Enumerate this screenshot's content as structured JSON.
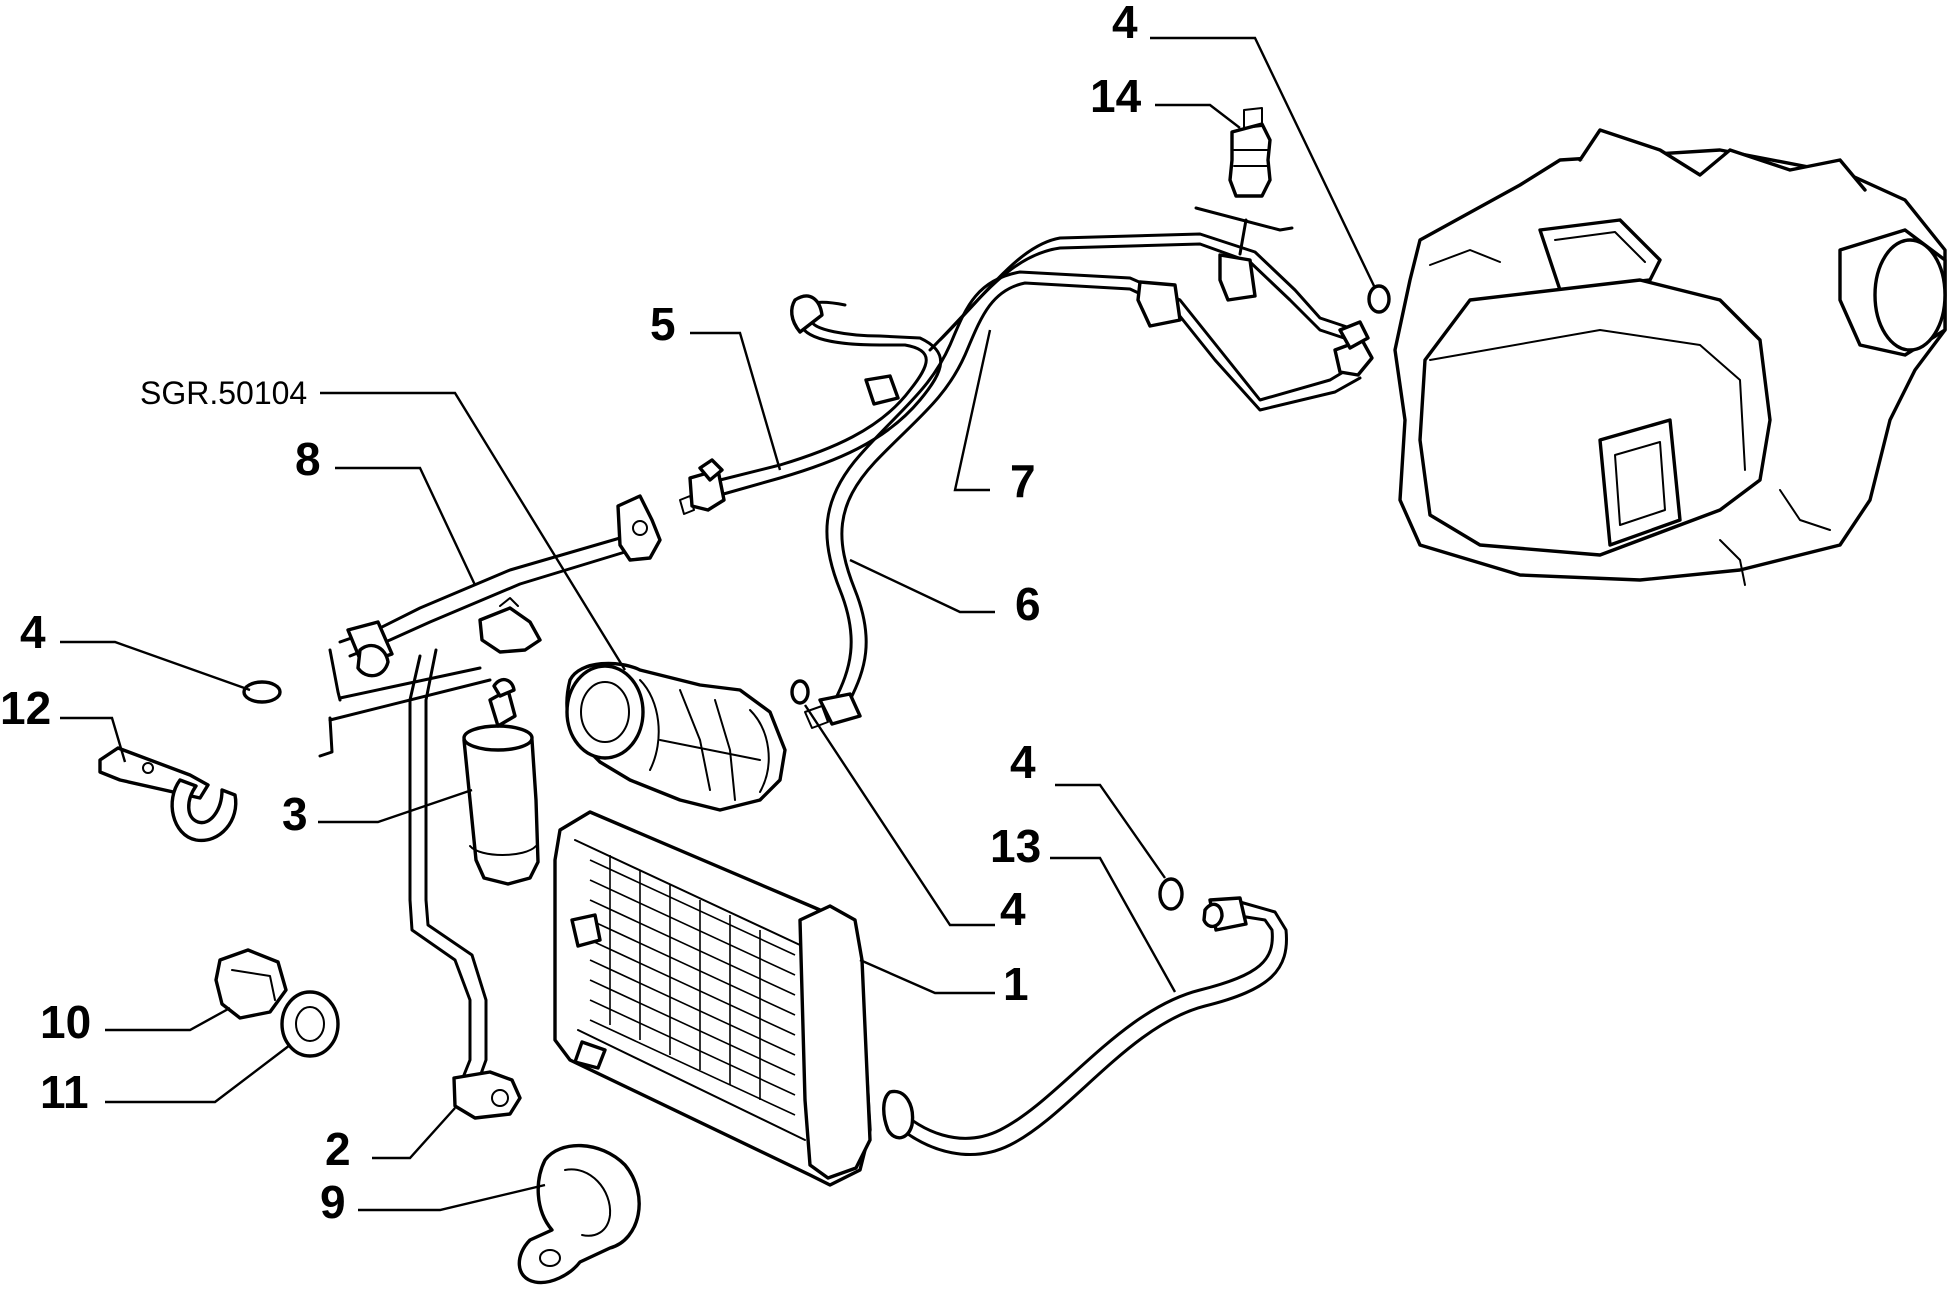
{
  "drawing_ref": "SGR.50104",
  "callouts": {
    "c1": "1",
    "c2": "2",
    "c3": "3",
    "c4_top": "4",
    "c4_left": "4",
    "c4_mid": "4",
    "c4_right": "4",
    "c5": "5",
    "c6": "6",
    "c7": "7",
    "c8": "8",
    "c9": "9",
    "c10": "10",
    "c11": "11",
    "c12": "12",
    "c13": "13",
    "c14": "14"
  }
}
